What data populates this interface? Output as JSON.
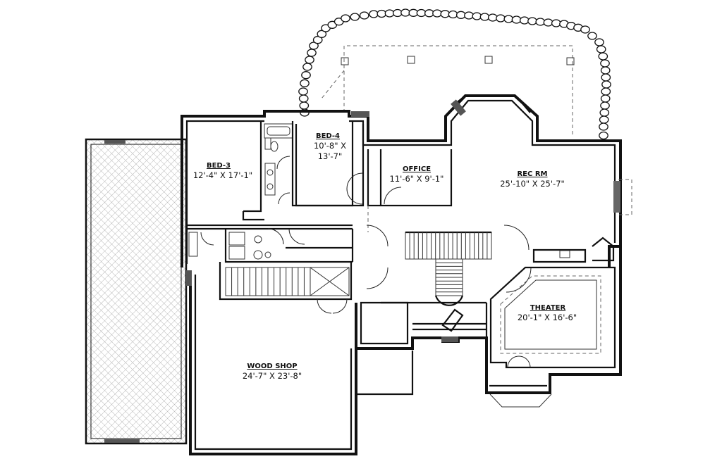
{
  "rooms": {
    "bed3": {
      "name": "BED-3",
      "dims": "12'-4\" X 17'-1\""
    },
    "bed4": {
      "name": "BED-4",
      "dims1": "10'-8\" X",
      "dims2": "13'-7\""
    },
    "office": {
      "name": "OFFICE",
      "dims": "11'-6\" X 9'-1\""
    },
    "recrm": {
      "name": "REC RM",
      "dims": "25'-10\" X 25'-7\""
    },
    "theater": {
      "name": "THEATER",
      "dims": "20'-1\" X 16'-6\""
    },
    "woodshop": {
      "name": "WOOD SHOP",
      "dims": "24'-7\" X 23'-8\""
    }
  },
  "colors": {
    "wall": "#111111",
    "hatch": "#9a9a9a",
    "background": "#ffffff"
  }
}
